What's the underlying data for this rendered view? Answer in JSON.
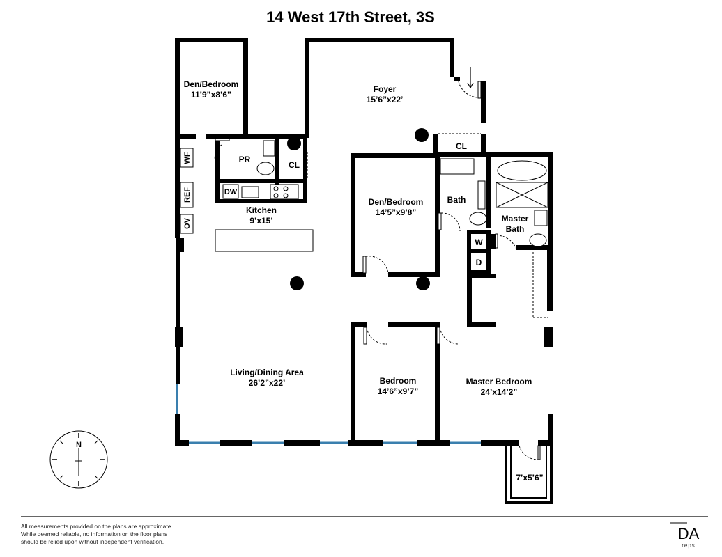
{
  "title": "14 West 17th Street, 3S",
  "rooms": {
    "den_bedroom_1": {
      "name": "Den/Bedroom",
      "dims": "11’9”x8’6”"
    },
    "foyer": {
      "name": "Foyer",
      "dims": "15’6”x22’"
    },
    "pr": "PR",
    "cl_kitchen": "CL",
    "cl_foyer": "CL",
    "kitchen": {
      "name": "Kitchen",
      "dims": "9’x15’"
    },
    "den_bedroom_2": {
      "name": "Den/Bedroom",
      "dims": "14’5”x9’8”"
    },
    "bath": "Bath",
    "master_bath": {
      "line1": "Master",
      "line2": "Bath"
    },
    "living": {
      "name": "Living/Dining Area",
      "dims": "26’2”x22’"
    },
    "bedroom": {
      "name": "Bedroom",
      "dims": "14’6”x9’7”"
    },
    "master_bedroom": {
      "name": "Master Bedroom",
      "dims": "24’x14’2”"
    },
    "balcony": {
      "dims": "7’x5’6”"
    }
  },
  "fixtures": {
    "wf": "WF",
    "ref": "REF",
    "ov": "OV",
    "dw": "DW",
    "w": "W",
    "d": "D"
  },
  "compass": {
    "north": "N"
  },
  "disclaimer": [
    "All measurements provided on the plans are approximate.",
    "While deemed reliable, no information on the floor plans",
    "should be relied upon without independent verification."
  ],
  "logo": {
    "mark": "DA",
    "text": "reps"
  }
}
